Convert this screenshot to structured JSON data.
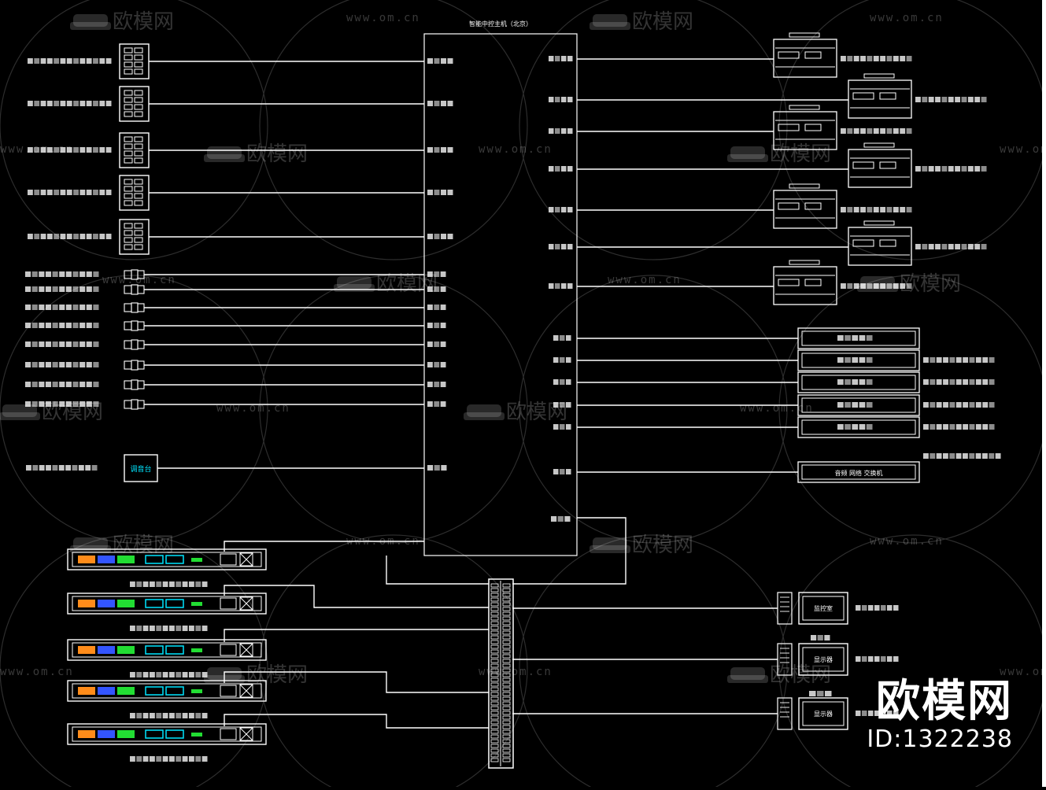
{
  "colors": {
    "background": "#000000",
    "line": "#ffffff",
    "cyan": "#00e5ff",
    "orange": "#ff8c1a",
    "blue": "#3355ff",
    "green": "#22dd33"
  },
  "watermark": {
    "logo_text": "欧模网",
    "url_text": "www.om.cn"
  },
  "brand": {
    "name": "欧模网",
    "id_label": "ID:1322238"
  },
  "central_controller": {
    "title": "智能中控主机（北京）"
  },
  "right_equipment": {
    "network_switch": "音频 网络 交换机"
  },
  "computers": [
    {
      "screen": "监控室"
    },
    {
      "screen": "显示器"
    },
    {
      "screen": "显示器"
    }
  ],
  "left_special_device": {
    "screen": "调音台"
  },
  "annotation_labels_note": "Small label text in the source is illegible blur; glyph strokes are drawn as marks."
}
